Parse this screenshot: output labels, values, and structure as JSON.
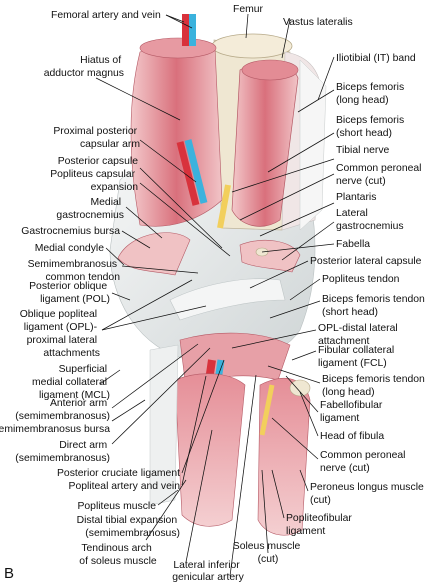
{
  "figure": {
    "panel_letter": "B",
    "labels": {
      "femoral_artery_vein": "Femoral artery and vein",
      "femur": "Femur",
      "vastus_lateralis": "Vastus lateralis",
      "hiatus": [
        "Hiatus of",
        "adductor magnus"
      ],
      "it_band": "Iliotibial (IT) band",
      "biceps_long": [
        "Biceps femoris",
        "(long head)"
      ],
      "biceps_short": [
        "Biceps femoris",
        "(short head)"
      ],
      "tibial_nerve": "Tibial nerve",
      "proximal_capsular_arm": [
        "Proximal posterior",
        "capsular arm"
      ],
      "common_peroneal_cut_top": [
        "Common peroneal",
        "nerve (cut)"
      ],
      "posterior_capsule": "Posterior capsule",
      "popliteus_capsular_expansion": [
        "Popliteus capsular",
        "expansion"
      ],
      "plantaris": "Plantaris",
      "medial_gastrocnemius": [
        "Medial",
        "gastrocnemius"
      ],
      "lateral_gastrocnemius": [
        "Lateral",
        "gastrocnemius"
      ],
      "gastrocnemius_bursa": "Gastrocnemius bursa",
      "fabella": "Fabella",
      "medial_condyle": "Medial condyle",
      "semimembranosus_tendon": [
        "Semimembranosus",
        "common tendon"
      ],
      "posterior_lateral_capsule": "Posterior lateral capsule",
      "pol": [
        "Posterior oblique",
        "ligament (POL)"
      ],
      "popliteus_tendon": "Popliteus tendon",
      "opl": [
        "Oblique popliteal",
        "ligament (OPL)-",
        "proximal lateral",
        "attachments"
      ],
      "biceps_tendon_short": [
        "Biceps femoris tendon",
        "(short head)"
      ],
      "opl_distal": [
        "OPL-distal lateral",
        "attachment"
      ],
      "superficial_mcl": [
        "Superficial",
        "medial collateral",
        "ligament (MCL)"
      ],
      "fcl": [
        "Fibular collateral",
        "ligament (FCL)"
      ],
      "anterior_arm": [
        "Anterior arm",
        "(semimembranosus)"
      ],
      "biceps_tendon_long": [
        "Biceps femoris tendon",
        "(long head)"
      ],
      "semimembranosus_bursa": "Semimembranosus bursa",
      "fabellofibular": [
        "Fabellofibular",
        "ligament"
      ],
      "direct_arm": [
        "Direct arm",
        "(semimembranosus)"
      ],
      "head_of_fibula": "Head of fibula",
      "pcl": "Posterior cruciate ligament",
      "common_peroneal_cut_bottom": [
        "Common peroneal",
        "nerve (cut)"
      ],
      "popliteal_artery_vein": "Popliteal artery and vein",
      "peroneus_longus": [
        "Peroneus longus muscle",
        "(cut)"
      ],
      "popliteus_muscle": "Popliteus muscle",
      "distal_tibial_expansion": [
        "Distal tibial expansion",
        "(semimembranosus)"
      ],
      "popliteofibular": [
        "Popliteofibular",
        "ligament"
      ],
      "tendinous_arch": [
        "Tendinous arch",
        "of soleus muscle"
      ],
      "soleus_cut": [
        "Soleus muscle",
        "(cut)"
      ],
      "lateral_inferior_genicular": [
        "Lateral inferior",
        "genicular artery"
      ]
    }
  },
  "colors": {
    "muscle": "#d97a84",
    "muscle_light": "#f0c2c4",
    "artery": "#d8323c",
    "vein": "#3bb2dd",
    "nerve": "#f2cf5c",
    "bone": "#efe7d2",
    "ligament": "#e9ecec"
  }
}
